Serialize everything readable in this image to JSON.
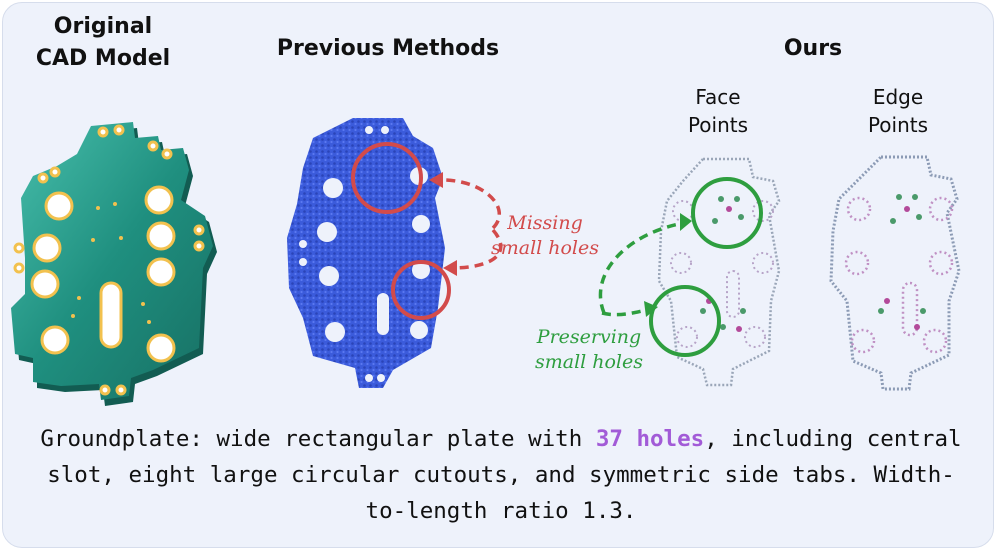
{
  "headers": {
    "original_line1": "Original",
    "original_line2": "CAD Model",
    "previous": "Previous Methods",
    "ours": "Ours"
  },
  "subheaders": {
    "face_line1": "Face",
    "face_line2": "Points",
    "edge_line1": "Edge",
    "edge_line2": "Points"
  },
  "annotations": {
    "missing_line1": "Missing",
    "missing_line2": "small holes",
    "preserving_line1": "Preserving",
    "preserving_line2": "small holes"
  },
  "caption": {
    "before": "Groundplate: wide rectangular plate with ",
    "highlight": "37 holes",
    "after": ", including central slot, eight large circular cutouts, and symmetric side tabs. Width-to-length ratio 1.3."
  },
  "colors": {
    "plate_green": "#1f8f7f",
    "hole_gold": "#f2c14e",
    "blue_points": "#3b5bdb",
    "red_marker": "#d24b4b",
    "green_marker": "#2e9e3f",
    "highlight_purple": "#a25bd7"
  }
}
